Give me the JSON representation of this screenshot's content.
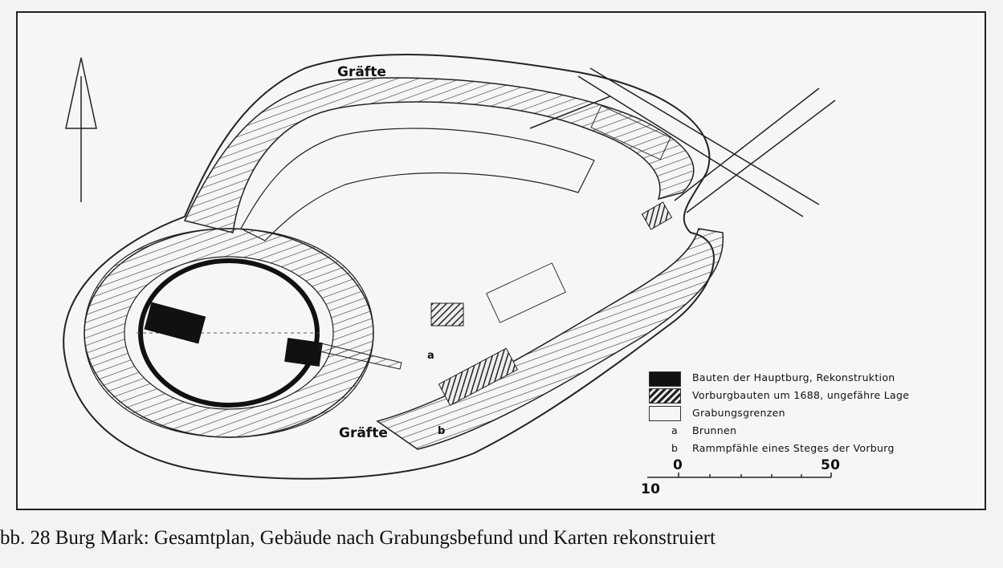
{
  "map": {
    "labels": {
      "moat_top": "Gräfte",
      "moat_bottom": "Gräfte",
      "well_marker": "a",
      "piles_marker": "b"
    },
    "legend": [
      {
        "symbol": "solid-black",
        "label": "Bauten der Hauptburg, Rekonstruktion"
      },
      {
        "symbol": "hatched",
        "label": "Vorburgbauten um 1688, ungefähre Lage"
      },
      {
        "symbol": "outline",
        "label": "Grabungsgrenzen"
      },
      {
        "symbol": "a",
        "label": "Brunnen"
      },
      {
        "symbol": "b",
        "label": "Rammpfähle eines Steges der Vorburg"
      }
    ],
    "scale": {
      "start": "0",
      "end": "50",
      "unit_mark": "10"
    }
  },
  "caption": "bb. 28 Burg Mark: Gesamtplan, Gebäude nach Grabungsbefund und Karten rekonstruiert"
}
